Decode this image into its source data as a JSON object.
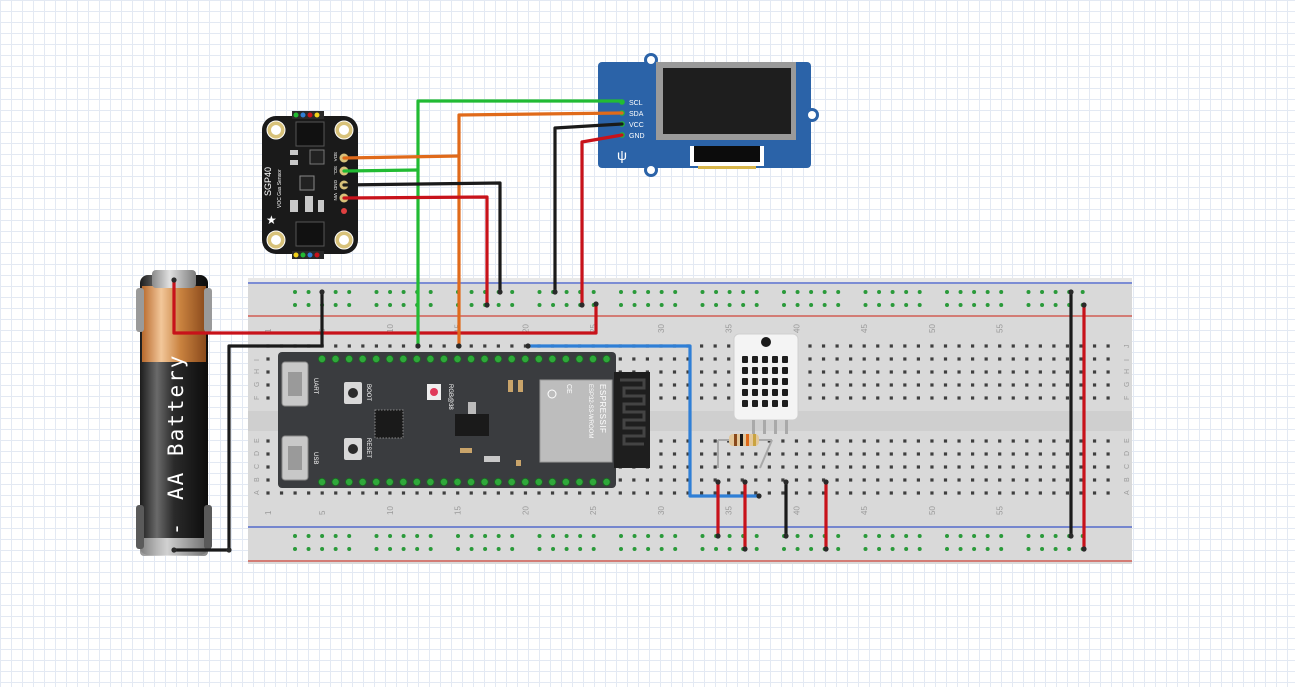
{
  "breadboard": {
    "column_numbers": [
      "1",
      "5",
      "10",
      "15",
      "20",
      "25",
      "30",
      "35",
      "40",
      "45",
      "50",
      "55"
    ],
    "row_letters_top": [
      "J",
      "I",
      "H",
      "G",
      "F"
    ],
    "row_letters_bottom": [
      "E",
      "D",
      "C",
      "B",
      "A"
    ]
  },
  "battery": {
    "label": "AA Battery",
    "minus": "-"
  },
  "sgp40": {
    "name": "SGP40",
    "subtitle": "VOC Gas Sensor",
    "pins": [
      "SDA",
      "SCL",
      "GND",
      "VIN"
    ]
  },
  "oled": {
    "pins": [
      "SCL",
      "SDA",
      "VCC",
      "GND"
    ]
  },
  "esp32": {
    "brand": "ESPRESSIF",
    "module": "ESP32-S3-WROOM",
    "ce_mark": "CE",
    "buttons": [
      "BOOT",
      "RESET"
    ],
    "ports": [
      "UART",
      "USB"
    ],
    "led": "RGB@38"
  },
  "colors": {
    "red": "#c8121a",
    "black": "#1a1a1a",
    "green": "#22bb33",
    "orange": "#e06a1a",
    "blue": "#2f7fd6",
    "rail_blue": "#3a55c8",
    "rail_red": "#d0453a"
  }
}
